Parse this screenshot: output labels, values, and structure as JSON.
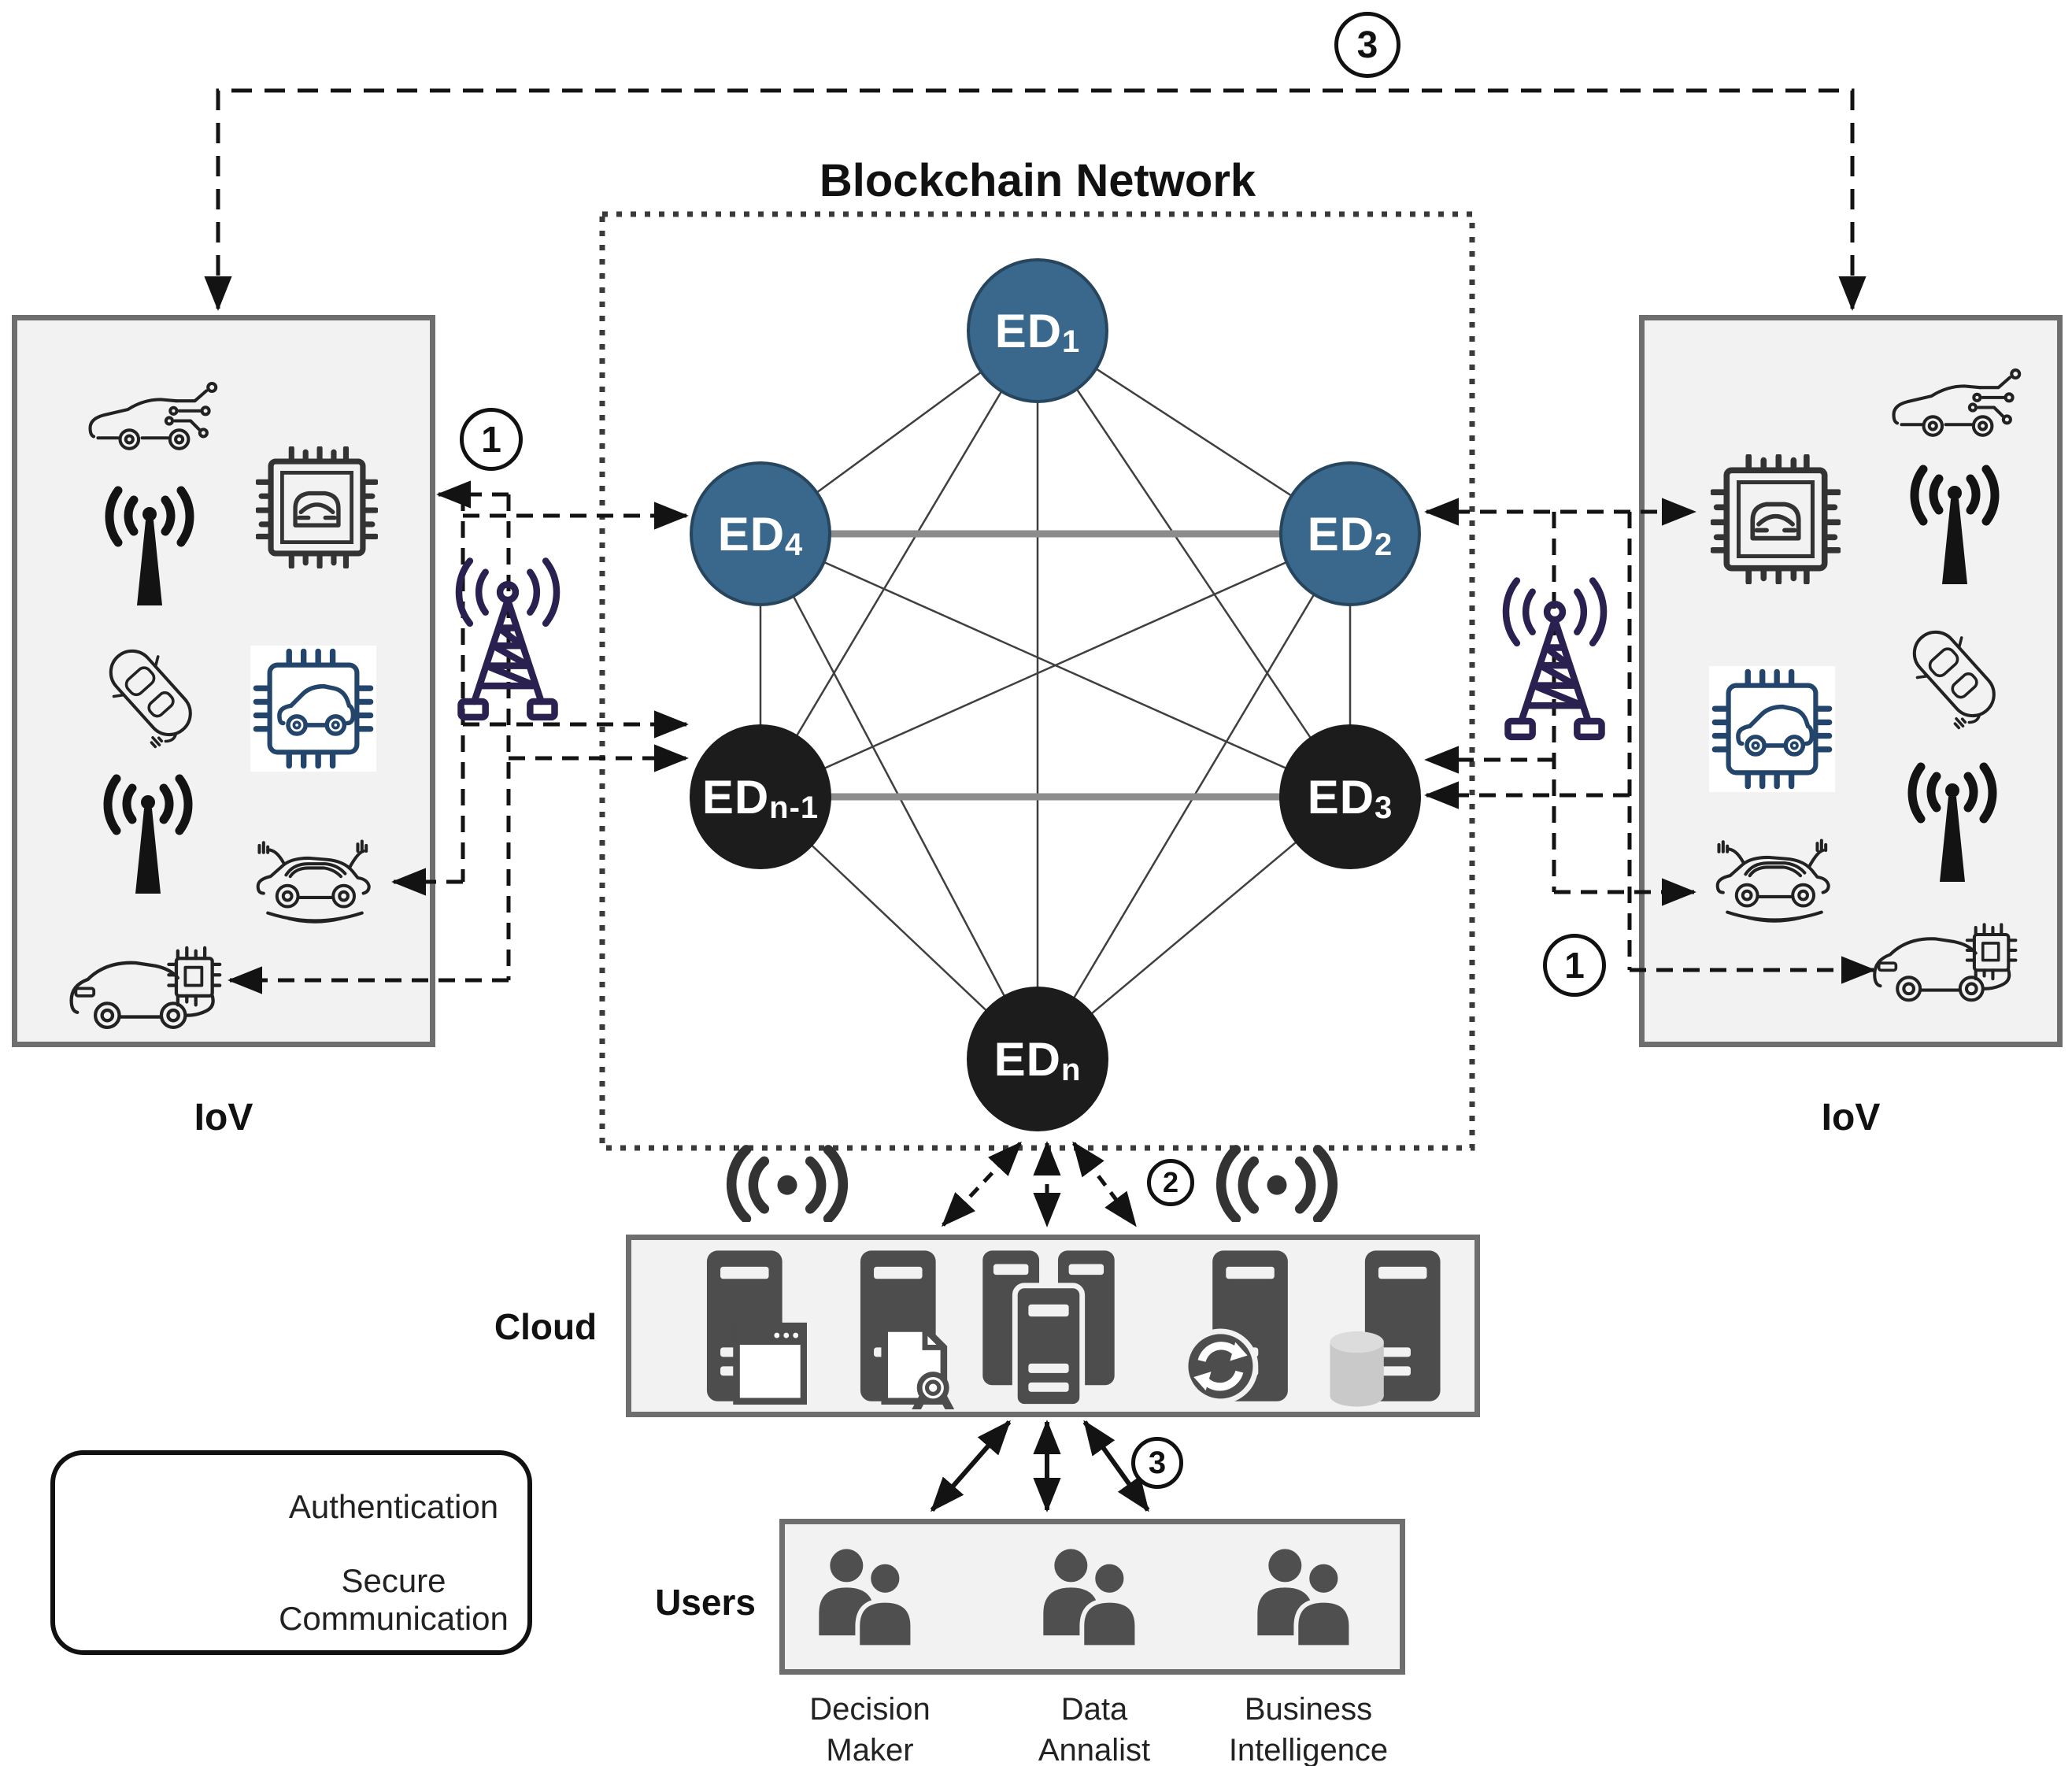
{
  "title": "Blockchain Network",
  "nodes": [
    {
      "base": "ED",
      "sub": "1"
    },
    {
      "base": "ED",
      "sub": "2"
    },
    {
      "base": "ED",
      "sub": "3"
    },
    {
      "base": "ED",
      "sub": "4"
    },
    {
      "base": "ED",
      "sub": "n-1"
    },
    {
      "base": "ED",
      "sub": "n"
    }
  ],
  "network": {
    "topology": "full-mesh",
    "edges": [
      [
        "ED1",
        "ED4"
      ],
      [
        "ED1",
        "ED2"
      ],
      [
        "ED1",
        "EDn-1"
      ],
      [
        "ED1",
        "ED3"
      ],
      [
        "ED1",
        "EDn"
      ],
      [
        "ED4",
        "ED2"
      ],
      [
        "ED4",
        "EDn-1"
      ],
      [
        "ED4",
        "ED3"
      ],
      [
        "ED4",
        "EDn"
      ],
      [
        "ED2",
        "ED3"
      ],
      [
        "ED2",
        "EDn-1"
      ],
      [
        "ED2",
        "EDn"
      ],
      [
        "EDn-1",
        "ED3"
      ],
      [
        "EDn-1",
        "EDn"
      ],
      [
        "ED3",
        "EDn"
      ]
    ]
  },
  "iov": {
    "left_label": "IoV",
    "right_label": "IoV"
  },
  "cloud": {
    "label": "Cloud"
  },
  "users": {
    "label": "Users",
    "groups": [
      {
        "line1": "Decision",
        "line2": "Maker"
      },
      {
        "line1": "Data",
        "line2": "Annalist"
      },
      {
        "line1": "Business",
        "line2": "Intelligence"
      }
    ]
  },
  "legend": {
    "authentication": "Authentication",
    "secure_line1": "Secure",
    "secure_line2": "Communication"
  },
  "steps": {
    "one": "1",
    "two": "2",
    "three": "3"
  },
  "icons": {
    "iov_left": [
      "connected-car-icon",
      "radio-antenna-icon",
      "vehicle-chip-icon",
      "car-top-view-icon",
      "car-chip-white-icon",
      "radio-antenna-icon",
      "autonomous-car-icon",
      "car-with-chip-icon"
    ],
    "iov_right": [
      "connected-car-icon",
      "vehicle-chip-icon",
      "radio-antenna-icon",
      "car-chip-white-icon",
      "car-top-view-icon",
      "autonomous-car-icon",
      "radio-antenna-icon",
      "car-with-chip-icon"
    ],
    "towers": [
      "cell-tower-icon",
      "cell-tower-icon"
    ],
    "cloud_wifi": [
      "wireless-signal-icon",
      "wireless-signal-icon"
    ],
    "cloud_servers": [
      "server-browser-icon",
      "server-certificate-icon",
      "server-cluster-icon",
      "server-sync-icon",
      "server-database-icon"
    ],
    "user_groups": [
      "user-group-icon",
      "user-group-icon",
      "user-group-icon"
    ]
  },
  "colors": {
    "node_teal": "#39688C",
    "node_black": "#1C1C1C",
    "tower_purple": "#2B2150",
    "panel_fill": "#F2F2F2",
    "panel_border": "#6E6E6E",
    "server_gray": "#4D4D4D",
    "people_gray": "#4F4F4F",
    "line_black": "#131313",
    "line_gray": "#8C8C8C"
  }
}
